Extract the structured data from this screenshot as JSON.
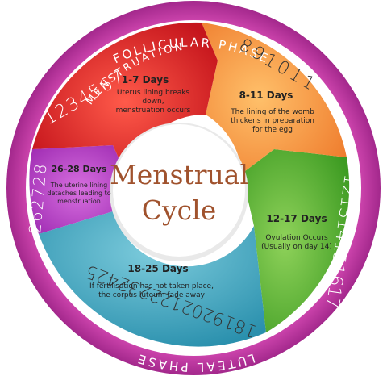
{
  "center": {
    "line1": "Menstrual",
    "line2": "Cycle"
  },
  "outer_labels": {
    "top": "FOLLICULAR PHASE",
    "bottom": "LUTEAL PHASE",
    "inner": "MENSTRUATION"
  },
  "days": {
    "menstruation": "1234567",
    "follicular": "891011",
    "ovulation": "121314151617",
    "luteal": "1819202122232425",
    "late_luteal": "262728"
  },
  "phases": {
    "menstruation": {
      "title": "1-7 Days",
      "lines": [
        "Uterus lining breaks",
        "down,",
        "menstruation occurs"
      ]
    },
    "follicular": {
      "title": "8-11 Days",
      "lines": [
        "The lining of the womb",
        "thickens in preparation",
        "for the egg"
      ]
    },
    "ovulation": {
      "title": "12-17 Days",
      "lines": [
        "Ovulation Occurs",
        "(Usually on day 14)"
      ]
    },
    "luteal": {
      "title": "18-25 Days",
      "lines": [
        "If fertilisation has not taken place,",
        "the corpus luteum fade away"
      ]
    },
    "late_luteal": {
      "title": "26-28 Days",
      "lines": [
        "The uterine lining",
        "detaches leading to",
        "menstruation"
      ]
    }
  },
  "colors": {
    "outer_ring": "#c0329a",
    "outer_ring_dark": "#8e1f78",
    "menstruation": "#d8262a",
    "follicular": "#f08a3a",
    "ovulation": "#58b234",
    "luteal": "#3aa6c0",
    "late_luteal": "#b43bc6",
    "center_text": "#a0522d"
  }
}
